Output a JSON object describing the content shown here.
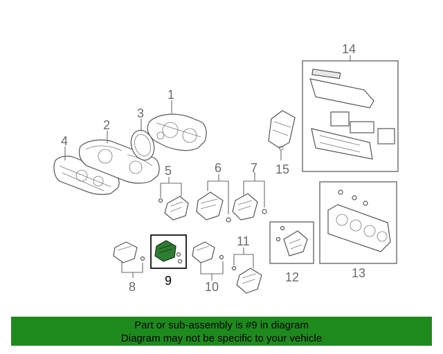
{
  "diagram": {
    "callouts": {
      "c1": "1",
      "c2": "2",
      "c3": "3",
      "c4": "4",
      "c5": "5",
      "c6": "6",
      "c7": "7",
      "c8": "8",
      "c9": "9",
      "c10": "10",
      "c11": "11",
      "c12": "12",
      "c13": "13",
      "c14": "14",
      "c15": "15"
    },
    "highlight_color": "#2e7d32"
  },
  "footer": {
    "line1": "Part or sub-assembly is #9 in diagram",
    "line2": "Diagram may not be specific to your vehicle",
    "background": "#1e8a1e"
  }
}
